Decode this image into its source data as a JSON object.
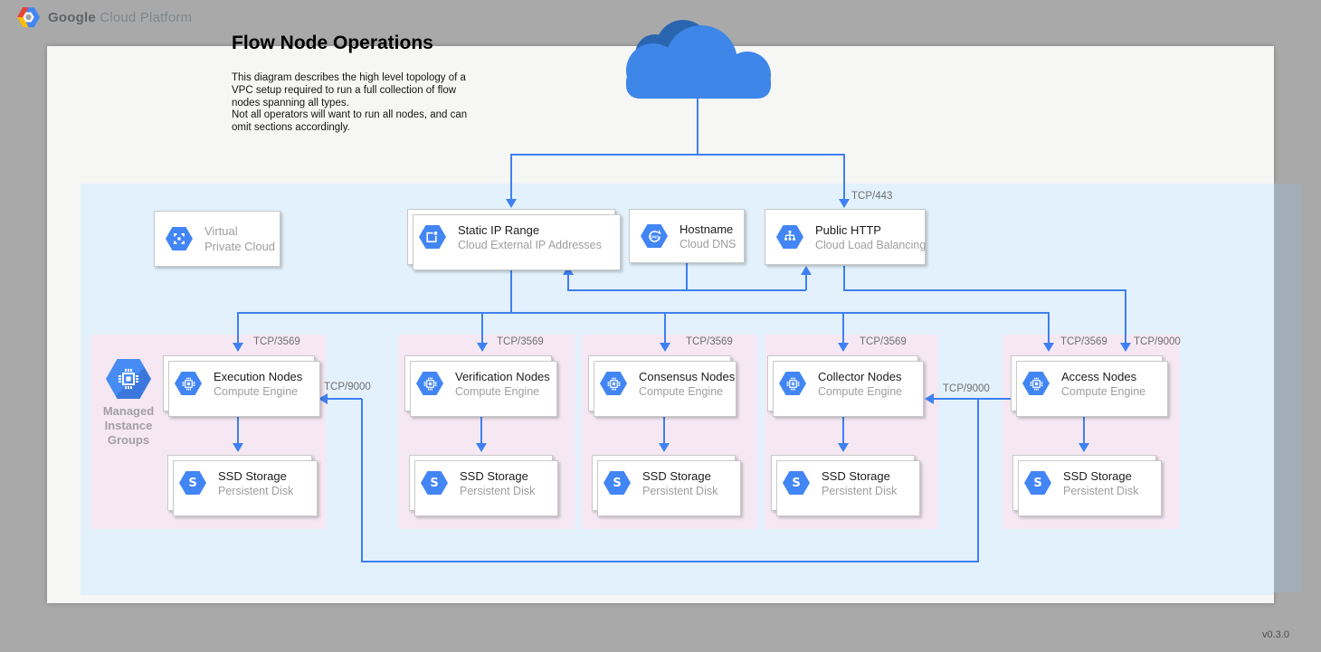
{
  "header": {
    "brand_bold": "Google",
    "brand_light": "Cloud Platform"
  },
  "title": "Flow Node Operations",
  "description": "This diagram describes the high level topology of a\nVPC setup required to run a full collection of flow\nnodes spanning all types.\nNot all operators will want to run all nodes, and can\nomit sections accordingly.",
  "version": "v0.3.0",
  "vpc_card": {
    "line1": "Virtual",
    "line2": "Private Cloud"
  },
  "static_ip_card": {
    "title": "Static IP Range",
    "subtitle": "Cloud External IP Addresses"
  },
  "hostname_card": {
    "title": "Hostname",
    "subtitle": "Cloud DNS"
  },
  "public_http_card": {
    "title": "Public HTTP",
    "subtitle": "Cloud Load Balancing"
  },
  "mig_label": "Managed\nInstance\nGroups",
  "ports": {
    "https": "TCP/443",
    "node": "TCP/3569",
    "access": "TCP/9000"
  },
  "groups": [
    {
      "title": "Execution Nodes",
      "subtitle": "Compute Engine",
      "storage_title": "SSD Storage",
      "storage_subtitle": "Persistent Disk"
    },
    {
      "title": "Verification Nodes",
      "subtitle": "Compute Engine",
      "storage_title": "SSD Storage",
      "storage_subtitle": "Persistent Disk"
    },
    {
      "title": "Consensus Nodes",
      "subtitle": "Compute Engine",
      "storage_title": "SSD Storage",
      "storage_subtitle": "Persistent Disk"
    },
    {
      "title": "Collector Nodes",
      "subtitle": "Compute Engine",
      "storage_title": "SSD Storage",
      "storage_subtitle": "Persistent Disk"
    },
    {
      "title": "Access Nodes",
      "subtitle": "Compute Engine",
      "storage_title": "SSD Storage",
      "storage_subtitle": "Persistent Disk"
    }
  ],
  "colors": {
    "arrow": "#3f80f2",
    "hexagon": "#4285f4",
    "vpc_background": "#e3f1fc",
    "group_background": "#f5e8f3",
    "canvas": "#f6f6f5",
    "backdrop": "#a9a9a9",
    "cloud": "#3e86e8",
    "cloud_dark": "#2a66b0"
  }
}
